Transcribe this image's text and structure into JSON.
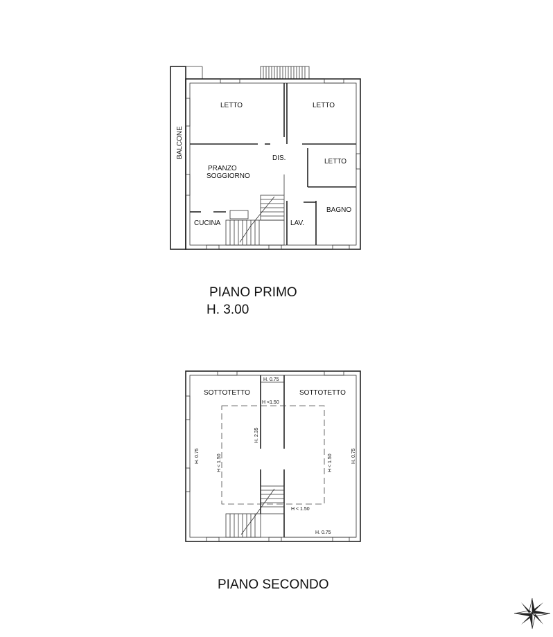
{
  "floor1": {
    "rooms": {
      "letto_a": "LETTO",
      "letto_b": "LETTO",
      "letto_c": "LETTO",
      "dis": "DIS.",
      "pranzo_line1": "PRANZO",
      "pranzo_line2": "SOGGIORNO",
      "bagno": "BAGNO",
      "cucina": "CUCINA",
      "lav": "LAV.",
      "balcone": "BALCONE"
    },
    "title": "PIANO PRIMO",
    "height": "H. 3.00"
  },
  "floor2": {
    "rooms": {
      "sottotetto_a": "SOTTOTETTO",
      "sottotetto_b": "SOTTOTETTO"
    },
    "heights": {
      "top_center": "H. 0.75",
      "under_center": "H <1.50",
      "center_vertical": "H. 2.35",
      "left_outer": "H. 0.75",
      "left_inner": "H < 1.50",
      "right_inner": "H < 1.50",
      "right_outer": "H. 0.75",
      "bottom_inner": "H < 1.50",
      "bottom_right": "H. 0.75"
    },
    "title": "PIANO SECONDO"
  },
  "compass_icon": "compass-rose-icon"
}
